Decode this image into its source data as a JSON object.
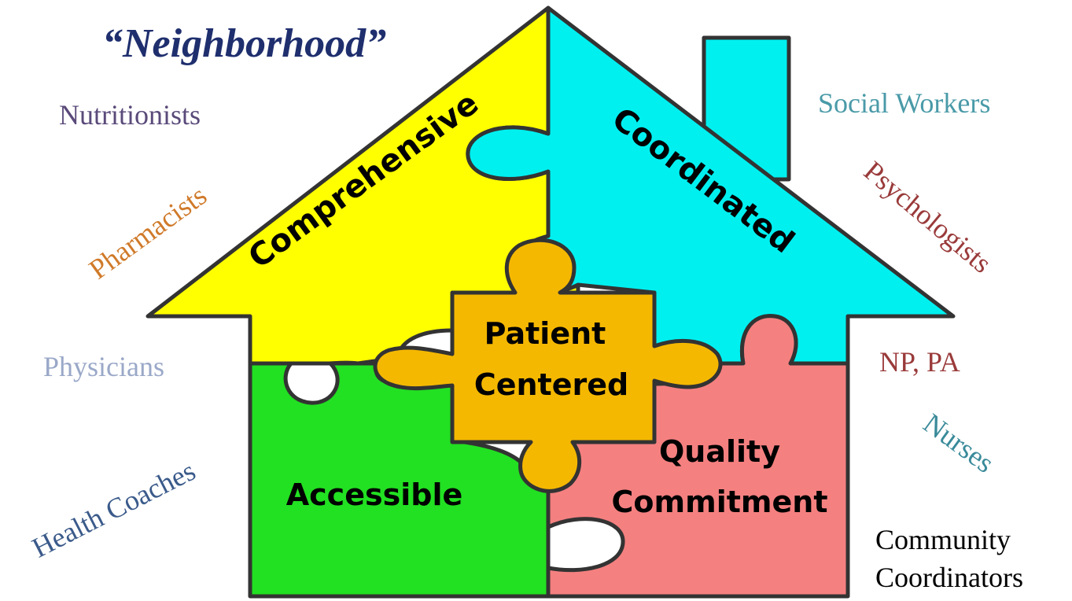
{
  "title": "“Neighborhood”",
  "puzzle_pieces": {
    "comprehensive": "Comprehensive",
    "coordinated": "Coordinated",
    "accessible": "Accessible",
    "patient_centered": [
      "Patient",
      "Centered"
    ],
    "quality_commitment": [
      "Quality",
      "Commitment"
    ]
  },
  "roles": {
    "nutritionists": "Nutritionists",
    "pharmacists": "Pharmacists",
    "physicians": "Physicians",
    "health_coaches": "Health Coaches",
    "social_workers": "Social Workers",
    "psychologists": "Psychologists",
    "np_pa": "NP, PA",
    "nurses": "Nurses",
    "community_coordinators": [
      "Community",
      "Coordinators"
    ]
  },
  "colors": {
    "title": "#1f2f6e",
    "yellow": "#ffff00",
    "cyan": "#00f0f0",
    "green": "#22e022",
    "salmon": "#f58080",
    "orange": "#f5b800",
    "outline": "#333333",
    "nutritionists": "#5a4a7a",
    "pharmacists": "#d07a2a",
    "physicians": "#9aa8c8",
    "health_coaches": "#3a5a8a",
    "social_workers": "#4a9aa8",
    "psychologists": "#9a3a3a",
    "np_pa": "#9a3a3a",
    "nurses": "#3a8a9a",
    "community_coordinators": "#000000"
  }
}
